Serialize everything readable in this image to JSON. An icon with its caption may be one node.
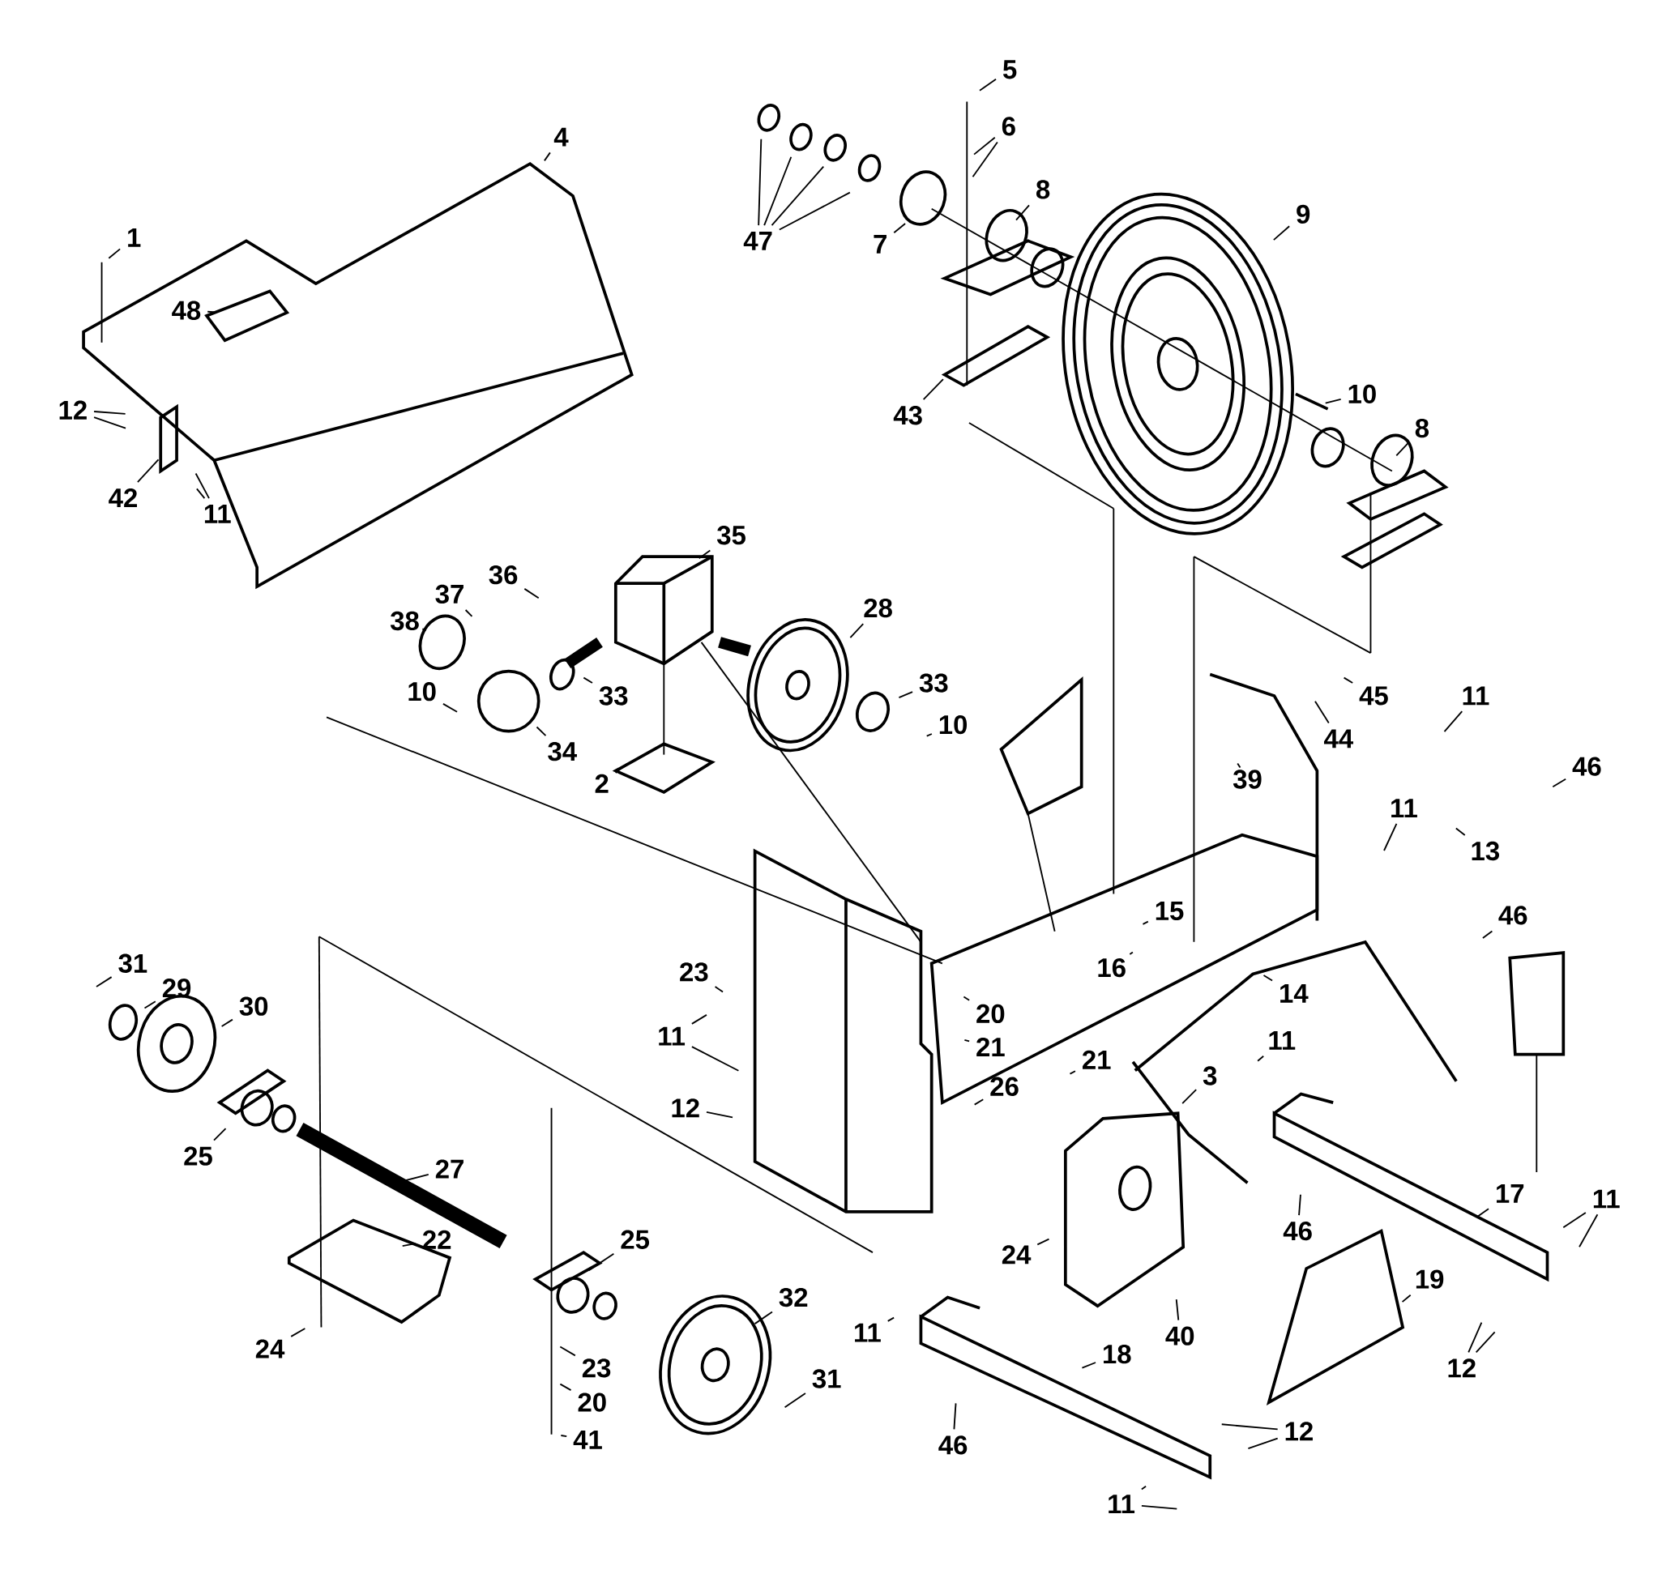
{
  "diagram": {
    "nodes": [
      {
        "text": [
          "1"
        ]
      },
      {
        "text": [
          "4"
        ]
      },
      {
        "text": [
          "48"
        ]
      },
      {
        "text": [
          "12"
        ]
      },
      {
        "text": [
          "42"
        ]
      },
      {
        "text": [
          "11"
        ]
      },
      {
        "text": [
          "5"
        ]
      },
      {
        "text": [
          "6"
        ]
      },
      {
        "text": [
          "47"
        ]
      },
      {
        "text": [
          "7"
        ]
      },
      {
        "text": [
          "8"
        ]
      },
      {
        "text": [
          "9"
        ]
      },
      {
        "text": [
          "43"
        ]
      },
      {
        "text": [
          "10"
        ]
      },
      {
        "text": [
          "8"
        ]
      },
      {
        "text": [
          "35"
        ]
      },
      {
        "text": [
          "36"
        ]
      },
      {
        "text": [
          "37"
        ]
      },
      {
        "text": [
          "38"
        ]
      },
      {
        "text": [
          "28"
        ]
      },
      {
        "text": [
          "33"
        ]
      },
      {
        "text": [
          "33"
        ]
      },
      {
        "text": [
          "10"
        ]
      },
      {
        "text": [
          "34"
        ]
      },
      {
        "text": [
          "2"
        ]
      },
      {
        "text": [
          "10"
        ]
      },
      {
        "text": [
          "11"
        ]
      },
      {
        "text": [
          "46"
        ]
      },
      {
        "text": [
          "45"
        ]
      },
      {
        "text": [
          "44"
        ]
      },
      {
        "text": [
          "39"
        ]
      },
      {
        "text": [
          "13"
        ]
      },
      {
        "text": [
          "11"
        ]
      },
      {
        "text": [
          "46"
        ]
      },
      {
        "text": [
          "15"
        ]
      },
      {
        "text": [
          "16"
        ]
      },
      {
        "text": [
          "14"
        ]
      },
      {
        "text": [
          "23"
        ]
      },
      {
        "text": [
          "20"
        ]
      },
      {
        "text": [
          "21"
        ]
      },
      {
        "text": [
          "11"
        ]
      },
      {
        "text": [
          "12"
        ]
      },
      {
        "text": [
          "21"
        ]
      },
      {
        "text": [
          "26"
        ]
      },
      {
        "text": [
          "3"
        ]
      },
      {
        "text": [
          "11"
        ]
      },
      {
        "text": [
          "31"
        ]
      },
      {
        "text": [
          "29"
        ]
      },
      {
        "text": [
          "30"
        ]
      },
      {
        "text": [
          "25"
        ]
      },
      {
        "text": [
          "27"
        ]
      },
      {
        "text": [
          "22"
        ]
      },
      {
        "text": [
          "25"
        ]
      },
      {
        "text": [
          "32"
        ]
      },
      {
        "text": [
          "24"
        ]
      },
      {
        "text": [
          "23"
        ]
      },
      {
        "text": [
          "20"
        ]
      },
      {
        "text": [
          "41"
        ]
      },
      {
        "text": [
          "31"
        ]
      },
      {
        "text": [
          "24"
        ]
      },
      {
        "text": [
          "40"
        ]
      },
      {
        "text": [
          "46"
        ]
      },
      {
        "text": [
          "17"
        ]
      },
      {
        "text": [
          "11"
        ]
      },
      {
        "text": [
          "19"
        ]
      },
      {
        "text": [
          "12"
        ]
      },
      {
        "text": [
          "11"
        ]
      },
      {
        "text": [
          "18"
        ]
      },
      {
        "text": [
          "46"
        ]
      },
      {
        "text": [
          "12"
        ]
      },
      {
        "text": [
          "11"
        ]
      }
    ],
    "edges": [
      {
        "from": 0,
        "to": null,
        "arrow": "none"
      },
      {
        "from": 1,
        "to": null,
        "arrow": "none"
      },
      {
        "from": 2,
        "to": null,
        "arrow": "none"
      },
      {
        "from": 3,
        "to": null,
        "arrow": "none"
      },
      {
        "from": 3,
        "to": null,
        "arrow": "none"
      },
      {
        "from": 4,
        "to": null,
        "arrow": "none"
      },
      {
        "from": 5,
        "to": null,
        "arrow": "none"
      },
      {
        "from": 5,
        "to": null,
        "arrow": "none"
      },
      {
        "from": 6,
        "to": null,
        "arrow": "none"
      },
      {
        "from": 7,
        "to": null,
        "arrow": "none"
      },
      {
        "from": 7,
        "to": null,
        "arrow": "none"
      },
      {
        "from": 8,
        "to": null,
        "arrow": "none"
      },
      {
        "from": 8,
        "to": null,
        "arrow": "none"
      },
      {
        "from": 8,
        "to": null,
        "arrow": "none"
      },
      {
        "from": 8,
        "to": null,
        "arrow": "none"
      },
      {
        "from": 9,
        "to": null,
        "arrow": "none"
      },
      {
        "from": 10,
        "to": null,
        "arrow": "none"
      },
      {
        "from": 11,
        "to": null,
        "arrow": "none"
      },
      {
        "from": 12,
        "to": null,
        "arrow": "none"
      },
      {
        "from": 13,
        "to": null,
        "arrow": "none"
      },
      {
        "from": 14,
        "to": null,
        "arrow": "none"
      },
      {
        "from": 15,
        "to": null,
        "arrow": "none"
      },
      {
        "from": 16,
        "to": null,
        "arrow": "none"
      },
      {
        "from": 17,
        "to": null,
        "arrow": "none"
      },
      {
        "from": 18,
        "to": null,
        "arrow": "none"
      },
      {
        "from": 19,
        "to": null,
        "arrow": "none"
      },
      {
        "from": 20,
        "to": null,
        "arrow": "none"
      },
      {
        "from": 21,
        "to": null,
        "arrow": "none"
      },
      {
        "from": 22,
        "to": null,
        "arrow": "none"
      },
      {
        "from": 23,
        "to": null,
        "arrow": "none"
      },
      {
        "from": 24,
        "to": null,
        "arrow": "none"
      },
      {
        "from": 25,
        "to": null,
        "arrow": "none"
      },
      {
        "from": 26,
        "to": null,
        "arrow": "none"
      },
      {
        "from": 27,
        "to": null,
        "arrow": "none"
      },
      {
        "from": 28,
        "to": null,
        "arrow": "none"
      },
      {
        "from": 29,
        "to": null,
        "arrow": "none"
      },
      {
        "from": 30,
        "to": null,
        "arrow": "none"
      },
      {
        "from": 31,
        "to": null,
        "arrow": "none"
      },
      {
        "from": 32,
        "to": null,
        "arrow": "none"
      },
      {
        "from": 33,
        "to": null,
        "arrow": "none"
      },
      {
        "from": 34,
        "to": null,
        "arrow": "none"
      },
      {
        "from": 35,
        "to": null,
        "arrow": "none"
      },
      {
        "from": 36,
        "to": null,
        "arrow": "none"
      },
      {
        "from": 37,
        "to": null,
        "arrow": "none"
      },
      {
        "from": 38,
        "to": null,
        "arrow": "none"
      },
      {
        "from": 39,
        "to": null,
        "arrow": "none"
      },
      {
        "from": 40,
        "to": null,
        "arrow": "none"
      },
      {
        "from": 40,
        "to": null,
        "arrow": "none"
      },
      {
        "from": 41,
        "to": null,
        "arrow": "none"
      },
      {
        "from": 42,
        "to": null,
        "arrow": "none"
      },
      {
        "from": 43,
        "to": null,
        "arrow": "none"
      },
      {
        "from": 44,
        "to": null,
        "arrow": "none"
      },
      {
        "from": 45,
        "to": null,
        "arrow": "none"
      },
      {
        "from": 46,
        "to": null,
        "arrow": "none"
      },
      {
        "from": 47,
        "to": null,
        "arrow": "none"
      },
      {
        "from": 48,
        "to": null,
        "arrow": "none"
      },
      {
        "from": 49,
        "to": null,
        "arrow": "none"
      },
      {
        "from": 50,
        "to": null,
        "arrow": "none"
      },
      {
        "from": 51,
        "to": null,
        "arrow": "none"
      },
      {
        "from": 52,
        "to": null,
        "arrow": "none"
      },
      {
        "from": 53,
        "to": null,
        "arrow": "none"
      },
      {
        "from": 54,
        "to": null,
        "arrow": "none"
      },
      {
        "from": 55,
        "to": null,
        "arrow": "none"
      },
      {
        "from": 56,
        "to": null,
        "arrow": "none"
      },
      {
        "from": 57,
        "to": null,
        "arrow": "none"
      },
      {
        "from": 58,
        "to": null,
        "arrow": "none"
      },
      {
        "from": 59,
        "to": null,
        "arrow": "none"
      },
      {
        "from": 60,
        "to": null,
        "arrow": "none"
      },
      {
        "from": 61,
        "to": null,
        "arrow": "none"
      },
      {
        "from": 62,
        "to": null,
        "arrow": "none"
      },
      {
        "from": 63,
        "to": null,
        "arrow": "none"
      },
      {
        "from": 63,
        "to": null,
        "arrow": "none"
      },
      {
        "from": 64,
        "to": null,
        "arrow": "none"
      },
      {
        "from": 65,
        "to": null,
        "arrow": "none"
      },
      {
        "from": 65,
        "to": null,
        "arrow": "none"
      },
      {
        "from": 66,
        "to": null,
        "arrow": "none"
      },
      {
        "from": 67,
        "to": null,
        "arrow": "none"
      },
      {
        "from": 68,
        "to": null,
        "arrow": "none"
      },
      {
        "from": 69,
        "to": null,
        "arrow": "none"
      },
      {
        "from": 69,
        "to": null,
        "arrow": "none"
      },
      {
        "from": 70,
        "to": null,
        "arrow": "none"
      },
      {
        "from": 70,
        "to": null,
        "arrow": "none"
      }
    ]
  }
}
